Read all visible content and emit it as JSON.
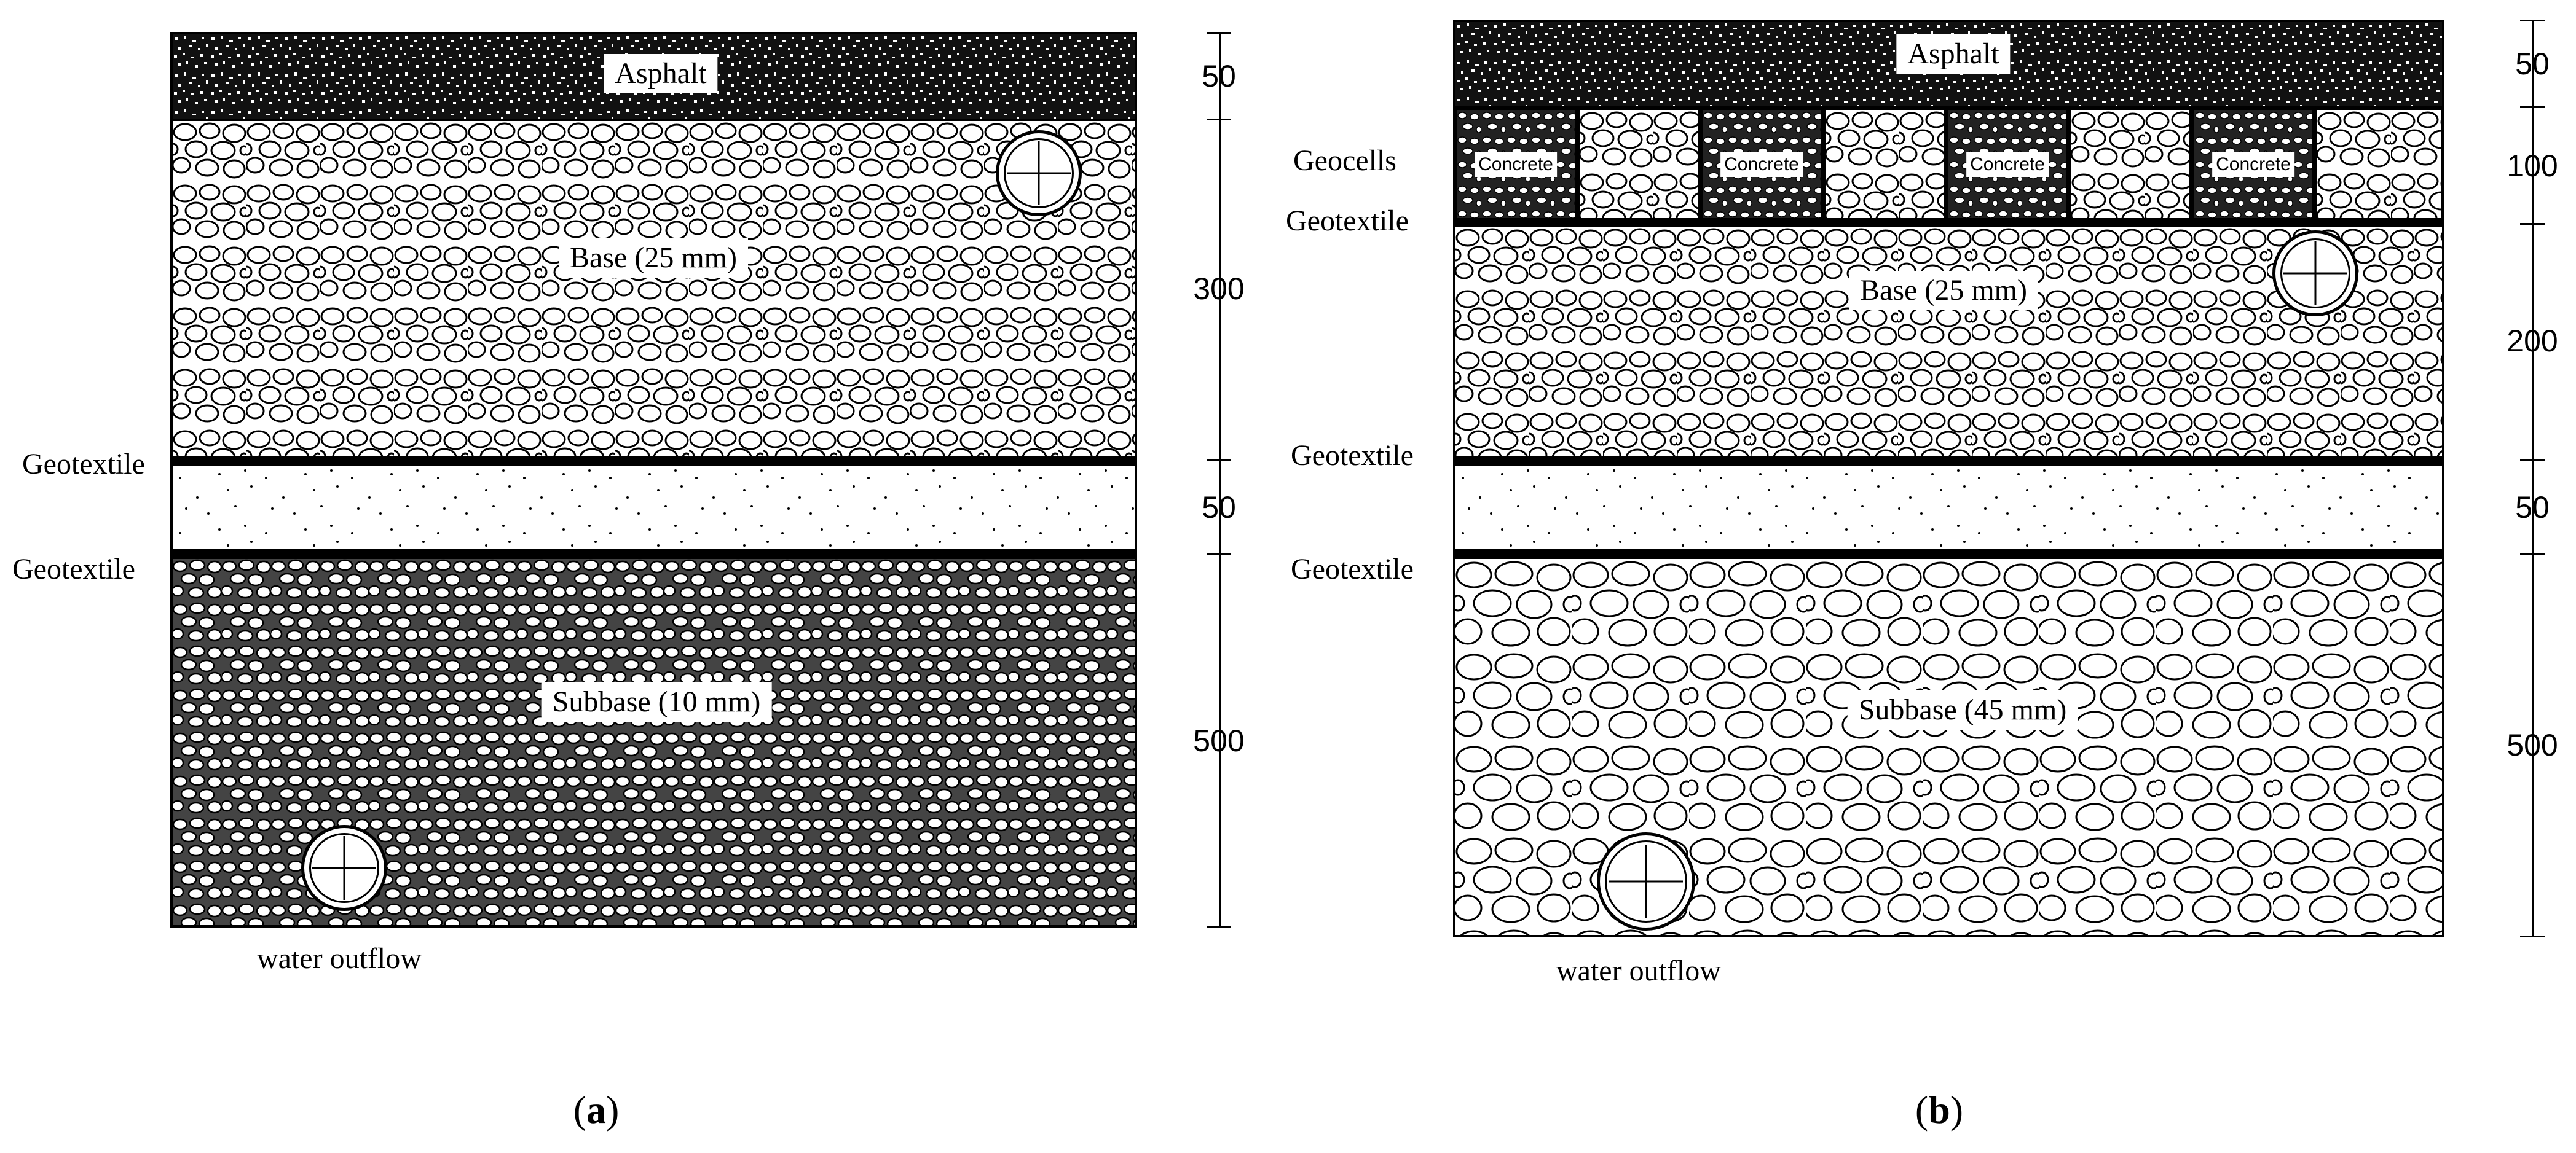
{
  "panels": [
    {
      "id": "a",
      "asphalt_label": "Asphalt",
      "base_label": "Base (25 mm)",
      "subbase_label": "Subbase (10 mm)",
      "geotextile_upper": "Geotextile",
      "geotextile_lower": "Geotextile",
      "outflow_label": "water outflow",
      "dims": [
        "50",
        "300",
        "50",
        "500"
      ],
      "caption_open": "(",
      "caption_letter": "a",
      "caption_close": ")"
    },
    {
      "id": "b",
      "asphalt_label": "Asphalt",
      "geocells_label": "Geocells",
      "geotextile_top": "Geotextile",
      "concrete_label": "Concrete",
      "base_label": "Base (25 mm)",
      "subbase_label": "Subbase (45 mm)",
      "geotextile_upper": "Geotextile",
      "geotextile_lower": "Geotextile",
      "outflow_label": "water outflow",
      "dims": [
        "50",
        "100",
        "200",
        "50",
        "500"
      ],
      "caption_open": "(",
      "caption_letter": "b",
      "caption_close": ")"
    }
  ],
  "colors": {
    "ink": "#000000",
    "paper": "#ffffff"
  }
}
